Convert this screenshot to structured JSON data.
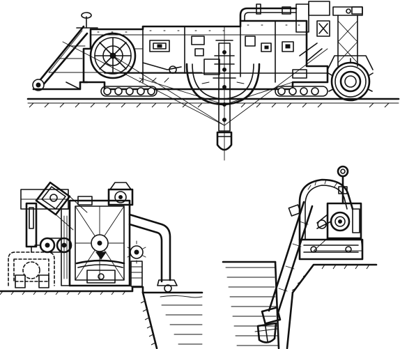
{
  "figure": {
    "caption": "",
    "stroke_color": "#111111",
    "background_color": "#ffffff",
    "views": [
      {
        "id": "side-elevation",
        "title": ""
      },
      {
        "id": "front-section",
        "title": ""
      },
      {
        "id": "side-section",
        "title": ""
      }
    ]
  }
}
